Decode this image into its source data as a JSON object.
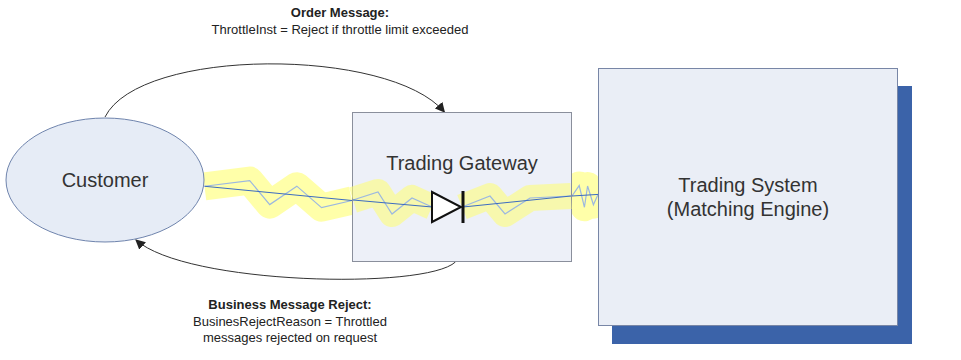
{
  "diagram": {
    "nodes": [
      {
        "text": [
          "Customer"
        ]
      },
      {
        "text": [
          "Trading Gateway"
        ]
      },
      {
        "text": [
          "Trading System (Matching Engine)"
        ]
      }
    ],
    "edges": [
      {
        "from": 0,
        "to": 1,
        "arrow": "to",
        "label": "Order Message:"
      },
      {
        "from": 1,
        "to": 0,
        "arrow": "to",
        "label": "Business Message Reject:"
      },
      {
        "from": 0,
        "to": 1,
        "arrow": "none"
      },
      {
        "from": 1,
        "to": 2,
        "arrow": "none"
      }
    ],
    "labels": [
      "ThrottleInst = Reject if throttle limit exceeded",
      "BusinesRejectReason = Throttled messages rejected on request"
    ]
  }
}
